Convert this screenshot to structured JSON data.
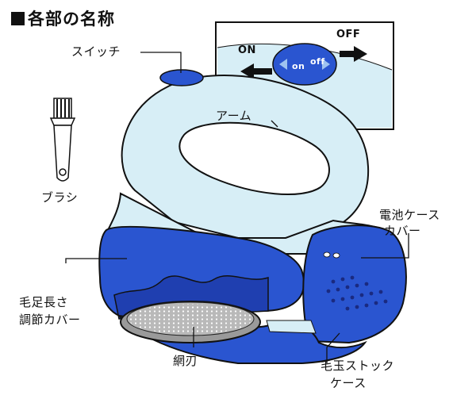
{
  "title": "各部の名称",
  "inset": {
    "on_label": "ON",
    "off_label": "OFF",
    "switch_on_text": "on",
    "switch_off_text": "off"
  },
  "labels": {
    "switch": "スイッチ",
    "arm": "アーム",
    "brush": "ブラシ",
    "battery_cover_line1": "電池ケース",
    "battery_cover_line2": "カバー",
    "pile_cover_line1": "毛足長さ",
    "pile_cover_line2": "調節カバー",
    "mesh_blade": "網刃",
    "lint_case_line1": "毛玉ストック",
    "lint_case_line2": "ケース"
  },
  "colors": {
    "body_light": "#d7eef6",
    "body_blue": "#2a55d0",
    "body_blue_dark": "#1f3fb0",
    "outline": "#111111",
    "mesh": "#b9b9b9"
  }
}
